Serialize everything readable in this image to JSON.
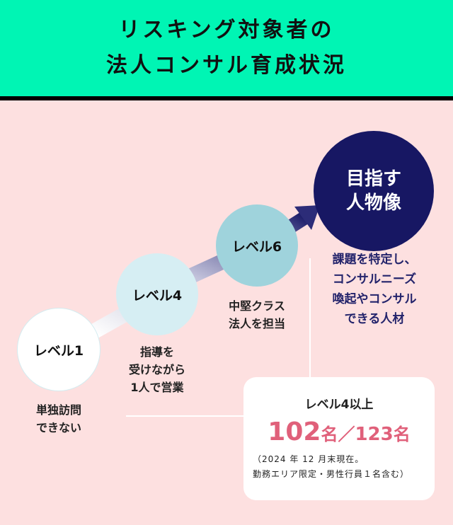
{
  "header": {
    "title_line1": "リスキング対象者の",
    "title_line2": "法人コンサル育成状況",
    "bg_color": "#00f5b4"
  },
  "levels": [
    {
      "label": "レベル1",
      "description_lines": [
        "単独訪問",
        "できない"
      ],
      "color": "#ffffff"
    },
    {
      "label": "レベル4",
      "description_lines": [
        "指導を",
        "受けながら",
        "1人で営業"
      ],
      "color": "#d6eef3"
    },
    {
      "label": "レベル6",
      "description_lines": [
        "中堅クラス",
        "法人を担当"
      ],
      "color": "#9fd3dc"
    }
  ],
  "goal": {
    "label_line1": "目指す",
    "label_line2": "人物像",
    "description_lines": [
      "課題を特定し、",
      "コンサルニーズ",
      "喚起やコンサル",
      "できる人材"
    ],
    "color": "#171763"
  },
  "stats_box": {
    "heading": "レベル4以上",
    "count": "102",
    "count_unit": "名",
    "separator": "／",
    "total": "123",
    "total_unit": "名",
    "note_line1": "（2024 年 12 月末現在。",
    "note_line2": "勤務エリア限定・男性行員１名含む）",
    "accent_color": "#e0607a"
  }
}
